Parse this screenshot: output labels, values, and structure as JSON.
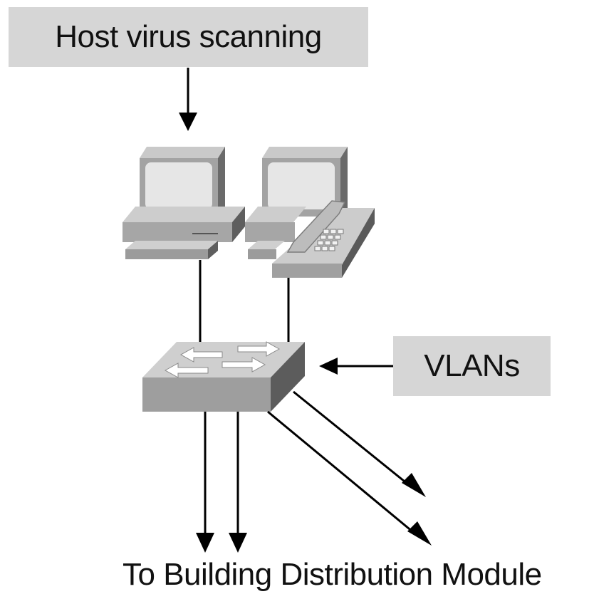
{
  "labels": {
    "host_virus_scanning": "Host virus scanning",
    "vlans": "VLANs",
    "to_building_distribution": "To Building Distribution Module"
  },
  "icons": {
    "workstation": "desktop-computer-icon",
    "ip_phone": "ip-phone-icon",
    "switch": "switch-icon"
  },
  "colors": {
    "label_background": "#d6d6d6",
    "device_light": "#e8e8e8",
    "device_mid": "#a8a8a8",
    "device_dark": "#5a5a5a",
    "line": "#000000"
  }
}
